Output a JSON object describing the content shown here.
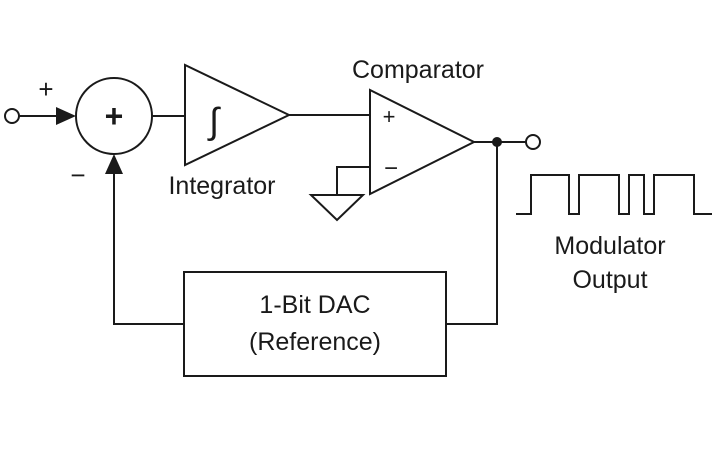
{
  "diagram": {
    "summer_symbol": "+",
    "input_plus_sign": "+",
    "input_minus_sign": "−",
    "integrator_symbol": "∫",
    "integrator_label": "Integrator",
    "comparator_label": "Comparator",
    "comparator_plus": "+",
    "comparator_minus": "−",
    "dac_line1": "1-Bit DAC",
    "dac_line2": "(Reference)",
    "output_label_line1": "Modulator",
    "output_label_line2": "Output",
    "stroke_color": "#1a1a1a",
    "background_color": "#ffffff"
  }
}
